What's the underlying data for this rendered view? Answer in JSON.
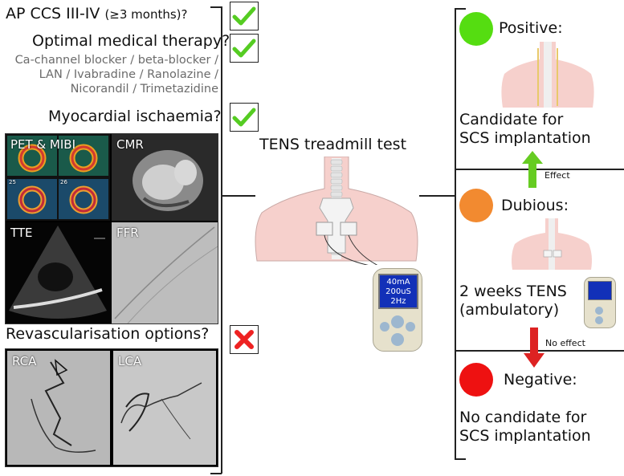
{
  "criteria": {
    "angina": {
      "label": "AP CCS III-IV",
      "qualifier": "(≥3 months)?",
      "status": "yes"
    },
    "omt": {
      "label": "Optimal medical therapy?",
      "drugs_lines": [
        "Ca-channel blocker / beta-blocker /",
        "LAN / Ivabradine / Ranolazine /",
        "Nicorandil / Trimetazidine"
      ],
      "status": "yes"
    },
    "ischaemia": {
      "label": "Myocardial ischaemia?",
      "status": "yes"
    },
    "revasc": {
      "label": "Revascularisation options?",
      "status": "no"
    }
  },
  "imaging": {
    "pet_label": "PET & MIBI",
    "cmr_label": "CMR",
    "tte_label": "TTE",
    "ffr_label": "FFR",
    "pet_slices": [
      "25",
      "26"
    ],
    "rca_label": "RCA",
    "lca_label": "LCA"
  },
  "tens_test": {
    "title": "TENS treadmill test",
    "device_screen": [
      "40mA",
      "200uS",
      "2Hz"
    ]
  },
  "outcomes": {
    "positive": {
      "label": "Positive:",
      "text_lines": [
        "Candidate for",
        "SCS implantation"
      ],
      "color": "#55dd11"
    },
    "dubious": {
      "label": "Dubious:",
      "text_lines": [
        "2 weeks TENS",
        "(ambulatory)"
      ],
      "color": "#f28a30"
    },
    "negative": {
      "label": "Negative:",
      "text_lines": [
        "No candidate for",
        "SCS implantation"
      ],
      "color": "#ee1111"
    },
    "effect_label": "Effect",
    "no_effect_label": "No effect"
  },
  "colors": {
    "check": "#55cc22",
    "cross": "#ee2222",
    "arrow_up": "#66cc22",
    "arrow_down": "#dd2222",
    "skin": "#f6d0cc"
  }
}
